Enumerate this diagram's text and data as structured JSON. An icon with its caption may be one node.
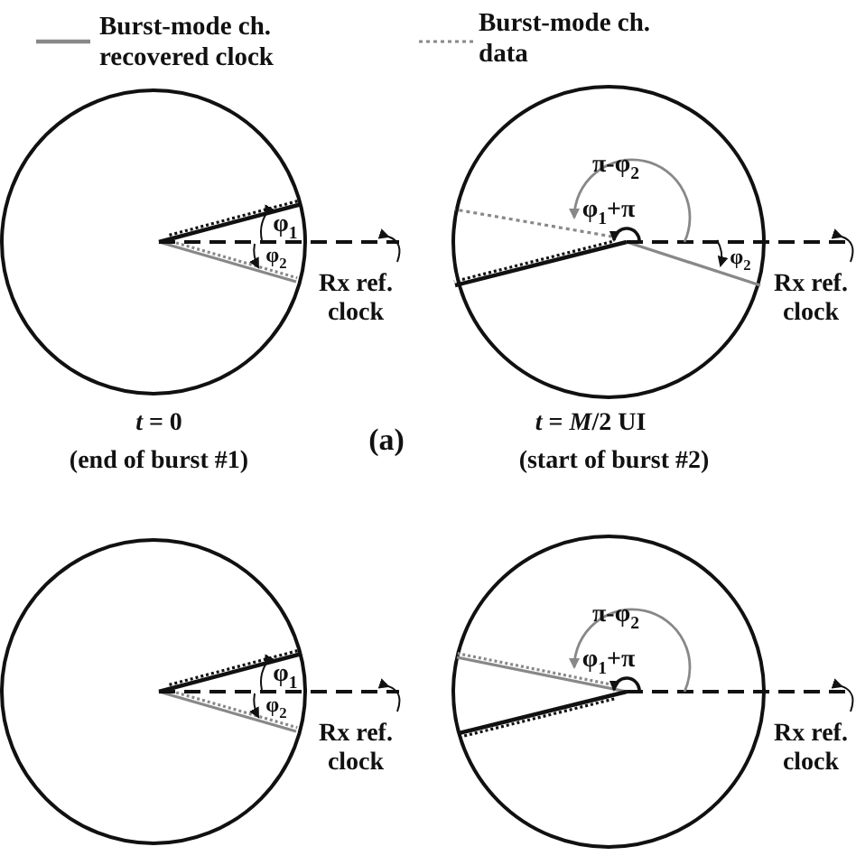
{
  "diagram": {
    "labels": [
      "φ$_{1}$",
      "φ$_{2}$",
      "Rx ref. clock",
      "π-φ$_{2}$",
      "φ$_{1}$+π",
      "φ$_{2}$",
      "Rx ref. clock",
      "*t* = 0",
      "(end of burst #1)",
      "(a)",
      "*t* = *M*/2 UI",
      "(start of burst #2)",
      "φ$_{1}$",
      "φ$_{2}$",
      "Rx ref. clock",
      "π-φ$_{2}$",
      "φ$_{1}$+π",
      "Rx ref. clock"
    ],
    "legend": [
      {
        "text": "Burst-mode ch. recovered clock"
      },
      {
        "text": "Burst-mode ch. data"
      }
    ]
  }
}
